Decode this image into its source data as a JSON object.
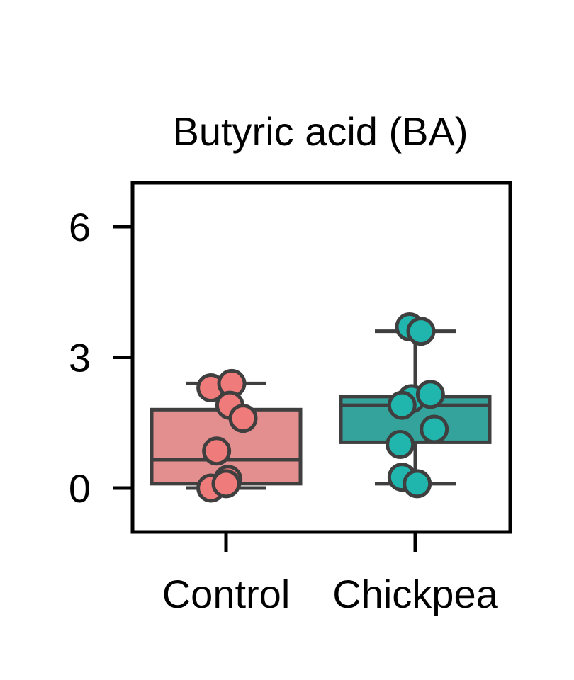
{
  "chart_data": {
    "type": "box",
    "title": "Butyric acid (BA)",
    "xlabel": "",
    "ylabel": "",
    "ylim": [
      -1,
      7
    ],
    "yticks": [
      0,
      3,
      6
    ],
    "categories": [
      "Control",
      "Chickpea"
    ],
    "series": [
      {
        "category": "Control",
        "box_color": "#e38f90",
        "point_color": "#f07b7b",
        "box": {
          "whisker_low": 0.0,
          "q1": 0.1,
          "median": 0.65,
          "q3": 1.8,
          "whisker_high": 2.4
        },
        "points": [
          {
            "offset": -0.08,
            "value": 2.3
          },
          {
            "offset": 0.03,
            "value": 2.4
          },
          {
            "offset": 0.02,
            "value": 1.9
          },
          {
            "offset": 0.09,
            "value": 1.6
          },
          {
            "offset": -0.05,
            "value": 0.85
          },
          {
            "offset": 0.01,
            "value": 0.2
          },
          {
            "offset": -0.08,
            "value": 0.0
          },
          {
            "offset": 0.0,
            "value": 0.1
          }
        ]
      },
      {
        "category": "Chickpea",
        "box_color": "#34a39c",
        "point_color": "#20b5ad",
        "box": {
          "whisker_low": 0.1,
          "q1": 1.05,
          "median": 1.9,
          "q3": 2.1,
          "whisker_high": 3.6
        },
        "points": [
          {
            "offset": -0.03,
            "value": 3.7
          },
          {
            "offset": 0.03,
            "value": 3.6
          },
          {
            "offset": -0.02,
            "value": 2.05
          },
          {
            "offset": 0.08,
            "value": 2.15
          },
          {
            "offset": -0.07,
            "value": 1.9
          },
          {
            "offset": 0.1,
            "value": 1.35
          },
          {
            "offset": -0.08,
            "value": 1.0
          },
          {
            "offset": -0.07,
            "value": 0.25
          },
          {
            "offset": 0.01,
            "value": 0.1
          }
        ]
      }
    ],
    "colors": {
      "outline": "#3f3f3f",
      "axis": "#000000"
    },
    "grid": false,
    "legend": "none"
  }
}
